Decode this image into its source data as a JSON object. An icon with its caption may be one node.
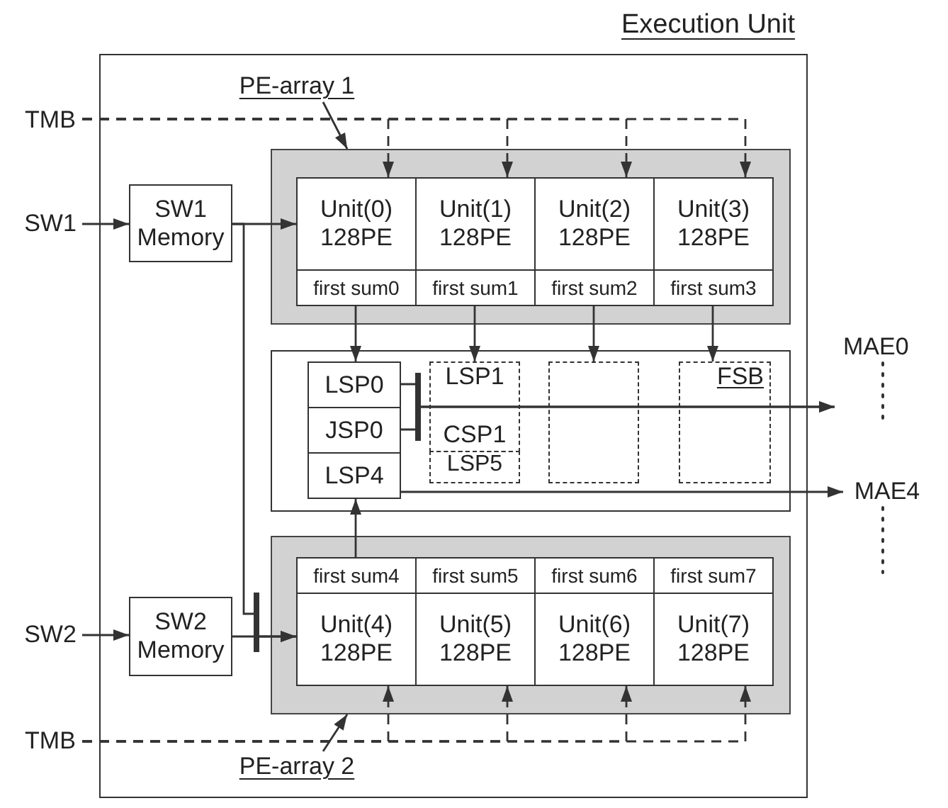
{
  "diagram": {
    "nodes": [
      {
        "text": [
          "Execution Unit"
        ]
      },
      {
        "text": [
          "PE-array 1"
        ],
        "in": 0
      },
      {
        "text": [
          "TMB"
        ]
      },
      {
        "text": [
          "SW1"
        ]
      },
      {
        "text": [
          "SW1 Memory"
        ],
        "in": 0
      },
      {
        "text": [],
        "shape": "box",
        "in": 0
      },
      {
        "text": [
          "Unit(0) 128PE"
        ],
        "in": 5
      },
      {
        "text": [
          "Unit(1) 128PE"
        ],
        "in": 5
      },
      {
        "text": [
          "Unit(2) 128PE"
        ],
        "in": 5
      },
      {
        "text": [
          "Unit(3) 128PE"
        ],
        "in": 5
      },
      {
        "text": [
          "first sum0"
        ],
        "in": 5
      },
      {
        "text": [
          "first sum1"
        ],
        "in": 5
      },
      {
        "text": [
          "first sum2"
        ],
        "in": 5
      },
      {
        "text": [
          "first sum3"
        ],
        "in": 5
      },
      {
        "text": [],
        "shape": "box",
        "in": 0
      },
      {
        "text": [
          "LSP0"
        ],
        "in": 14
      },
      {
        "text": [
          "JSP0"
        ],
        "in": 14
      },
      {
        "text": [
          "LSP4"
        ],
        "in": 14
      },
      {
        "text": [
          "LSP1",
          "CSP1"
        ],
        "in": 14
      },
      {
        "text": [
          "LSP5"
        ],
        "in": 14
      },
      {
        "text": [],
        "shape": "box",
        "in": 14
      },
      {
        "text": [
          "FSB"
        ],
        "in": 14
      },
      {
        "text": [
          "MAE4"
        ]
      },
      {
        "text": [],
        "shape": "box",
        "in": 0
      },
      {
        "text": [
          "first sum4"
        ],
        "in": 23
      },
      {
        "text": [
          "first sum5"
        ],
        "in": 23
      },
      {
        "text": [
          "first sum6"
        ],
        "in": 23
      },
      {
        "text": [
          "first sum7"
        ],
        "in": 23
      },
      {
        "text": [
          "Unit(4) 128PE"
        ],
        "in": 23
      },
      {
        "text": [
          "Unit(5) 128PE"
        ],
        "in": 23
      },
      {
        "text": [
          "Unit(6) 128PE"
        ],
        "in": 23
      },
      {
        "text": [
          "Unit(7) 128PE"
        ],
        "in": 23
      },
      {
        "text": [
          "SW2"
        ]
      },
      {
        "text": [
          "SW2 Memory"
        ],
        "in": 0
      },
      {
        "text": [
          "TMB"
        ]
      },
      {
        "text": [
          "PE-array 2"
        ],
        "in": 0
      }
    ],
    "edges": [
      {
        "from": 2,
        "to": 6,
        "arrow": "to",
        "style": "dashed"
      },
      {
        "from": 2,
        "to": 7,
        "arrow": "to",
        "style": "dashed"
      },
      {
        "from": 2,
        "to": 8,
        "arrow": "to",
        "style": "dashed"
      },
      {
        "from": 2,
        "to": 9,
        "arrow": "to",
        "style": "dashed"
      },
      {
        "from": 1,
        "to": 5,
        "arrow": "to"
      },
      {
        "from": 3,
        "to": 4,
        "arrow": "to"
      },
      {
        "from": 4,
        "to": 6,
        "arrow": "to"
      },
      {
        "from": 4,
        "to": 28,
        "arrow": "to"
      },
      {
        "from": 10,
        "to": 15,
        "arrow": "to"
      },
      {
        "from": 11,
        "to": 18,
        "arrow": "to"
      },
      {
        "from": 12,
        "to": 20,
        "arrow": "to"
      },
      {
        "from": 13,
        "to": 21,
        "arrow": "to"
      },
      {
        "from": 15,
        "to": null,
        "arrow": "to"
      },
      {
        "from": 16,
        "to": null,
        "arrow": "to"
      },
      {
        "from": 17,
        "to": 22,
        "arrow": "to"
      },
      {
        "from": 24,
        "to": 17,
        "arrow": "to"
      },
      {
        "from": 32,
        "to": 33,
        "arrow": "to"
      },
      {
        "from": 33,
        "to": 28,
        "arrow": "to"
      },
      {
        "from": 34,
        "to": 28,
        "arrow": "to",
        "style": "dashed"
      },
      {
        "from": 34,
        "to": 29,
        "arrow": "to",
        "style": "dashed"
      },
      {
        "from": 34,
        "to": 30,
        "arrow": "to",
        "style": "dashed"
      },
      {
        "from": 34,
        "to": 31,
        "arrow": "to",
        "style": "dashed"
      },
      {
        "from": 35,
        "to": 23,
        "arrow": "to"
      }
    ],
    "labels": [
      "MAE0"
    ]
  }
}
